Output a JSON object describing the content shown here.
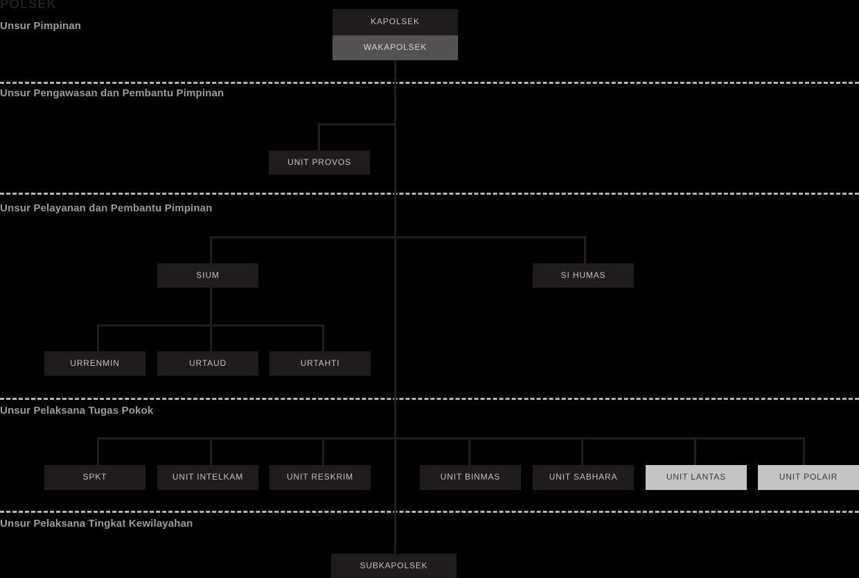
{
  "chart_data": {
    "type": "diagram",
    "title": "POLSEK",
    "subtitle": "",
    "orientation": "top-down",
    "sections": [
      {
        "id": "pimpinan",
        "label": "Unsur Pimpinan"
      },
      {
        "id": "pengawasan",
        "label": "Unsur Pengawasan dan Pembantu Pimpinan"
      },
      {
        "id": "pelayanan",
        "label": "Unsur Pelayanan dan Pembantu Pimpinan"
      },
      {
        "id": "pelaksana",
        "label": "Unsur Pelaksana Tugas Pokok"
      },
      {
        "id": "kewilayahan",
        "label": "Unsur Pelaksana Tingkat Kewilayahan"
      }
    ],
    "nodes": [
      {
        "id": "kapolsek",
        "label": "KAPOLSEK",
        "section": "pimpinan",
        "style": "dark"
      },
      {
        "id": "wakapolsek",
        "label": "WAKAPOLSEK",
        "section": "pimpinan",
        "style": "mid"
      },
      {
        "id": "unit-provos",
        "label": "UNIT PROVOS",
        "section": "pengawasan",
        "style": "dark"
      },
      {
        "id": "sium",
        "label": "SIUM",
        "section": "pelayanan",
        "style": "dark"
      },
      {
        "id": "si-humas",
        "label": "SI HUMAS",
        "section": "pelayanan",
        "style": "dark"
      },
      {
        "id": "urrenmin",
        "label": "URRENMIN",
        "section": "pelayanan",
        "style": "dark"
      },
      {
        "id": "urtaud",
        "label": "URTAUD",
        "section": "pelayanan",
        "style": "dark"
      },
      {
        "id": "urtahti",
        "label": "URTAHTI",
        "section": "pelayanan",
        "style": "dark"
      },
      {
        "id": "spkt",
        "label": "SPKT",
        "section": "pelaksana",
        "style": "dark"
      },
      {
        "id": "unit-intelkam",
        "label": "UNIT INTELKAM",
        "section": "pelaksana",
        "style": "dark"
      },
      {
        "id": "unit-reskrim",
        "label": "UNIT RESKRIM",
        "section": "pelaksana",
        "style": "dark"
      },
      {
        "id": "unit-binmas",
        "label": "UNIT BINMAS",
        "section": "pelaksana",
        "style": "dark"
      },
      {
        "id": "unit-sabhara",
        "label": "UNIT SABHARA",
        "section": "pelaksana",
        "style": "dark"
      },
      {
        "id": "unit-lantas",
        "label": "UNIT LANTAS",
        "section": "pelaksana",
        "style": "light"
      },
      {
        "id": "unit-polair",
        "label": "UNIT POLAIR",
        "section": "pelaksana",
        "style": "light"
      },
      {
        "id": "subkapolsek",
        "label": "SUBKAPOLSEK",
        "section": "kewilayahan",
        "style": "dark"
      }
    ],
    "colors": {
      "background": "#000000",
      "node_dark": "#201c1b",
      "node_mid": "#545250",
      "node_light": "#c4c4c2",
      "text_light": "#c3c0bd",
      "text_dark": "#3b3b3a",
      "section_label": "#9b9b99",
      "title": "#231f1e",
      "connector": "#231f1e",
      "divider": "#b4b4b2"
    }
  }
}
